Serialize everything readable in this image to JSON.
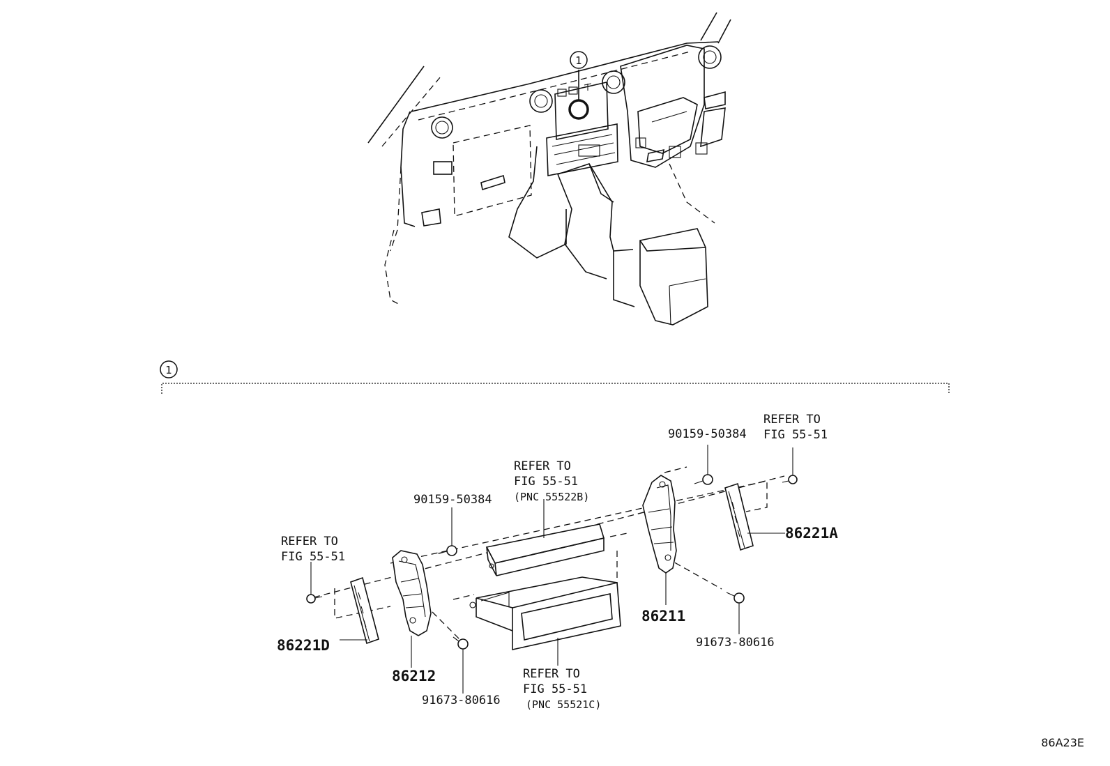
{
  "callout": {
    "number": "1"
  },
  "labels": {
    "bolt_left": "90159-50384",
    "bolt_right": "90159-50384",
    "refer_left": [
      "REFER TO",
      "FIG 55-51"
    ],
    "refer_right": [
      "REFER TO",
      "FIG 55-51"
    ],
    "refer_top": [
      "REFER TO",
      "FIG 55-51",
      "(PNC 55522B)"
    ],
    "refer_bottom": [
      "REFER TO",
      "FIG 55-51",
      "(PNC 55521C)"
    ],
    "part_86221A": "86221A",
    "part_86221D": "86221D",
    "part_86212": "86212",
    "part_86211": "86211",
    "screw_left": "91673-80616",
    "screw_right": "91673-80616"
  },
  "figure_id": "86A23E"
}
